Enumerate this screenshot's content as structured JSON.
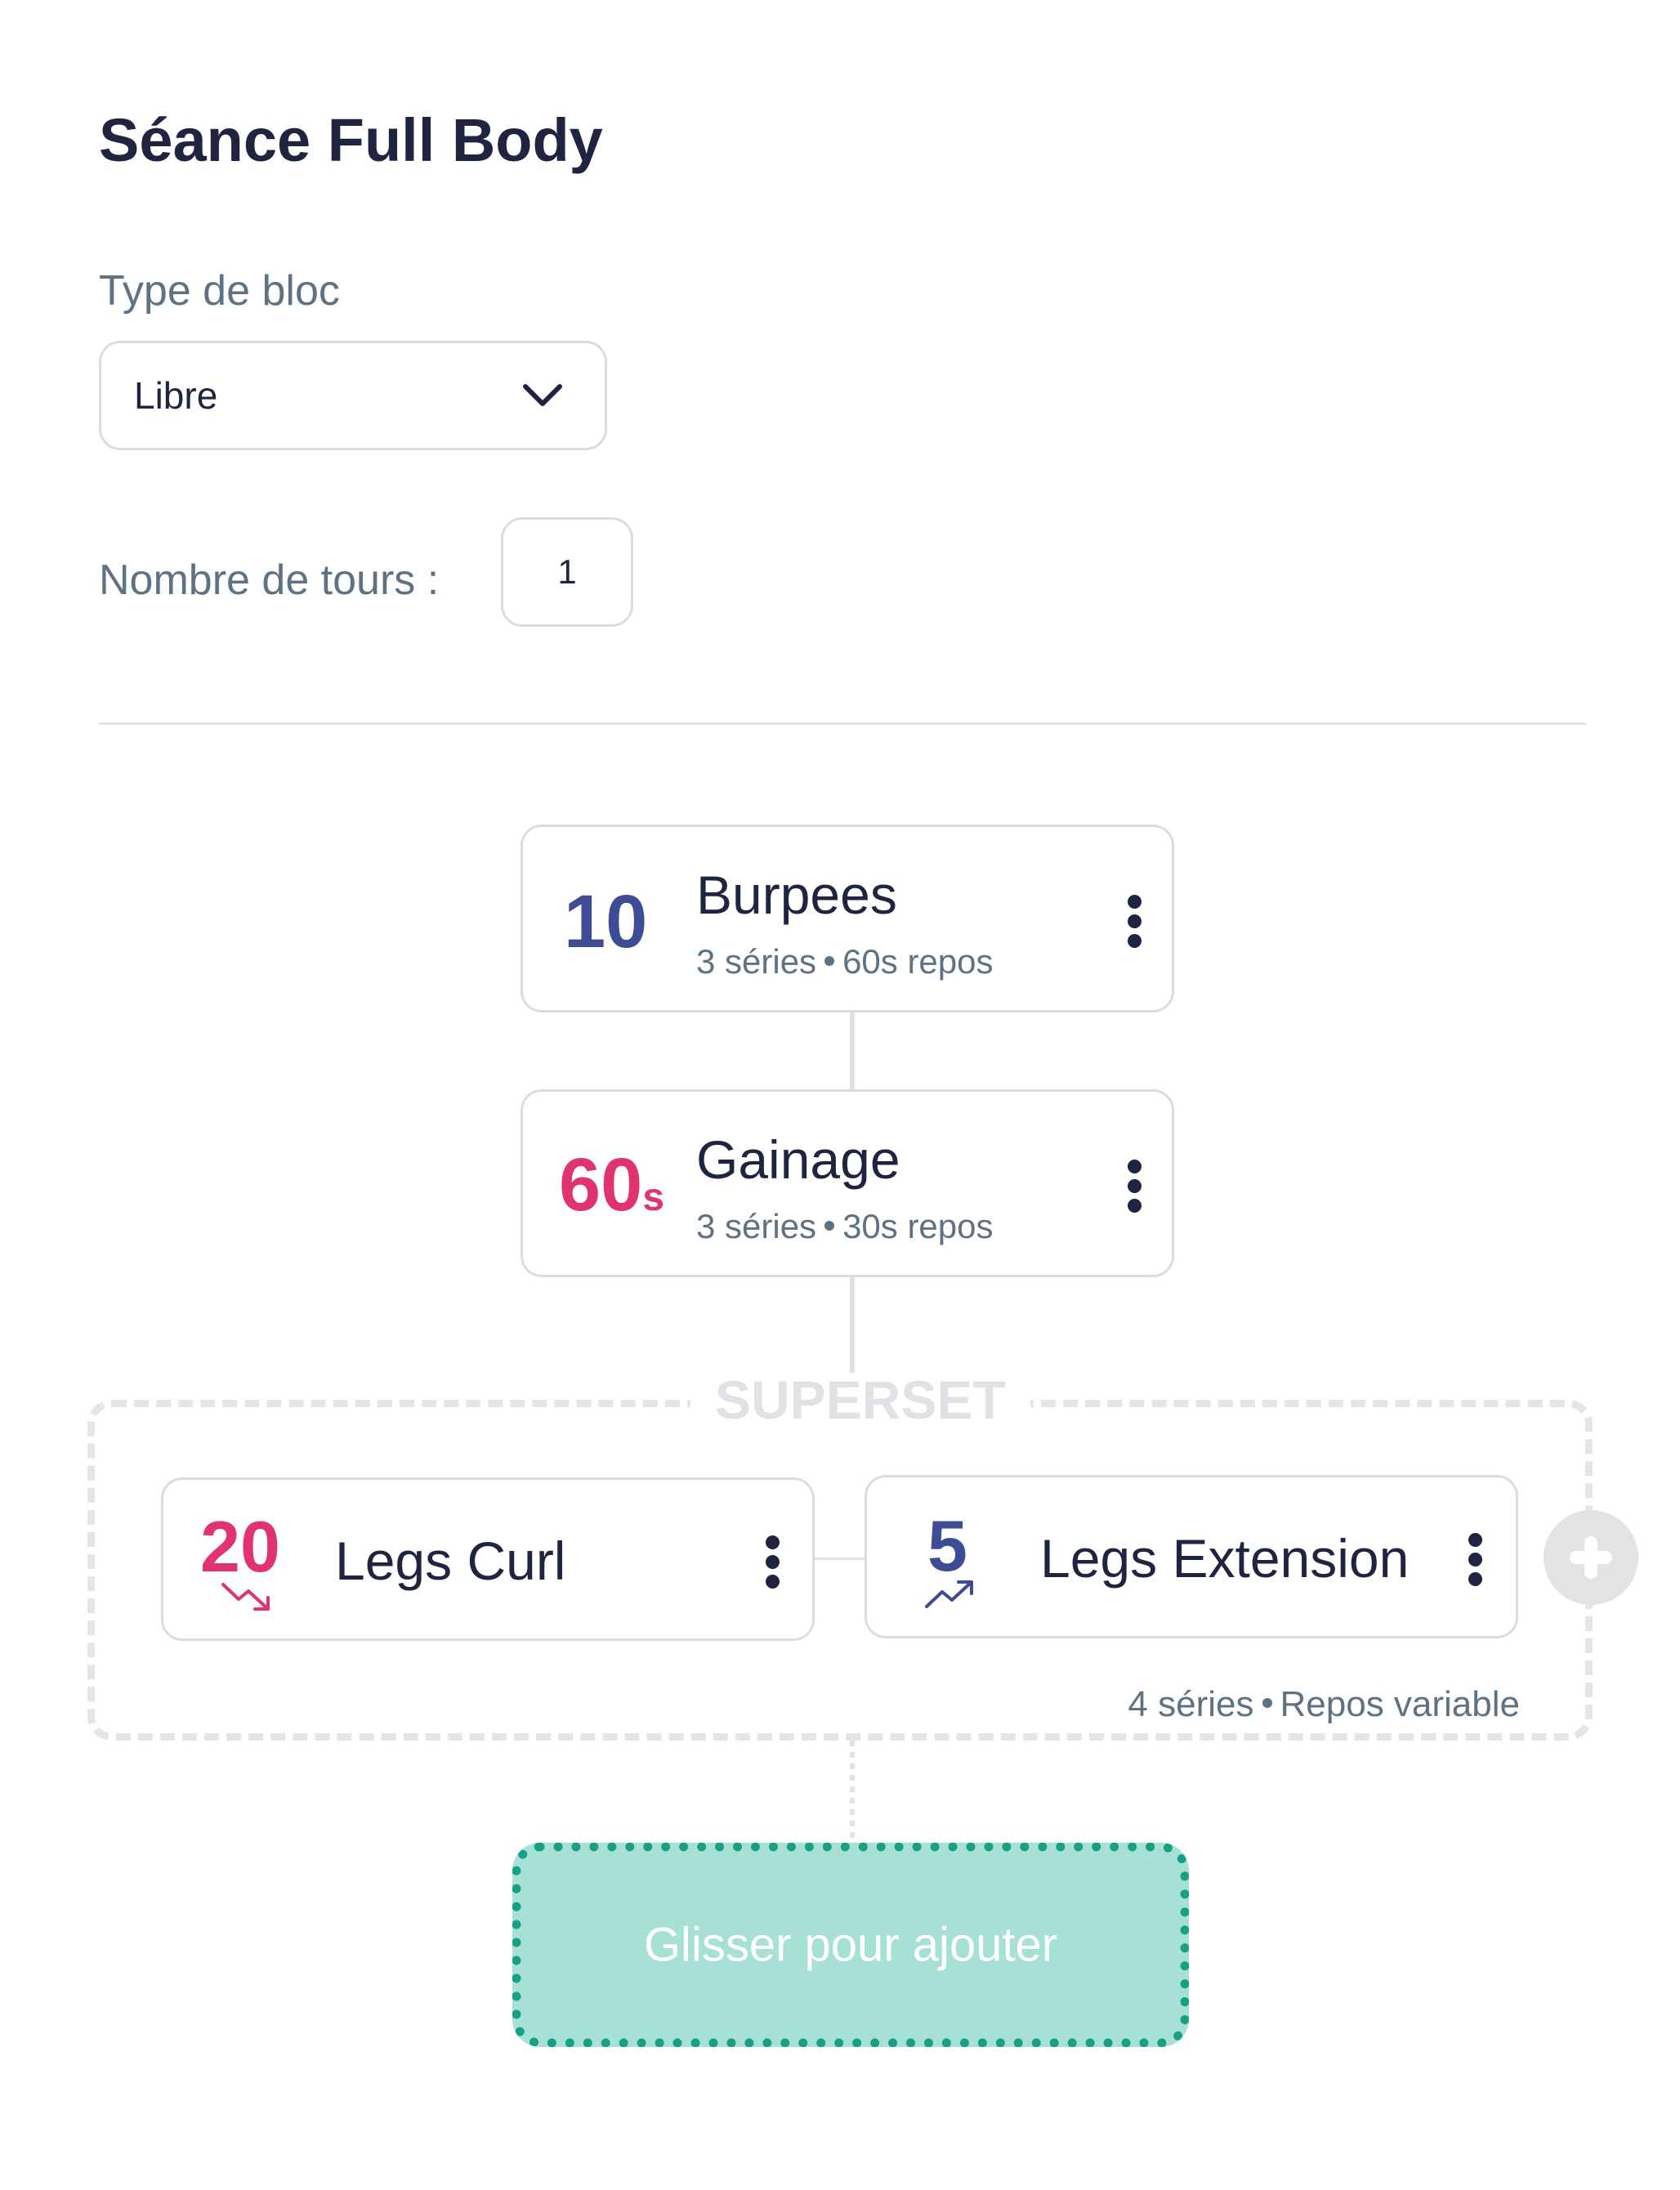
{
  "page": {
    "title": "Séance Full Body"
  },
  "block_type": {
    "label": "Type de bloc",
    "value": "Libre"
  },
  "rounds": {
    "label": "Nombre de tours :",
    "value": "1"
  },
  "exercises": [
    {
      "count": "10",
      "unit": "",
      "name": "Burpees",
      "sets": "3 séries",
      "rest": "60s repos"
    },
    {
      "count": "60",
      "unit": "s",
      "name": "Gainage",
      "sets": "3 séries",
      "rest": "30s repos"
    }
  ],
  "superset": {
    "label": "SUPERSET",
    "items": [
      {
        "count": "20",
        "name": "Legs Curl",
        "trend": "decreasing"
      },
      {
        "count": "5",
        "name": "Legs Extension",
        "trend": "increasing"
      }
    ],
    "sets": "4 séries",
    "rest": "Repos variable"
  },
  "drop_zone": {
    "label": "Glisser pour ajouter"
  },
  "colors": {
    "navy": "#3d4c94",
    "pink": "#e0336f",
    "teal": "#16a085",
    "mint": "#a7e0d4"
  },
  "icons": {
    "chevron": "chevron-down-icon",
    "menu": "kebab-menu-icon",
    "add": "plus-circle-icon",
    "trend_down": "trend-down-icon",
    "trend_up": "trend-up-icon"
  }
}
